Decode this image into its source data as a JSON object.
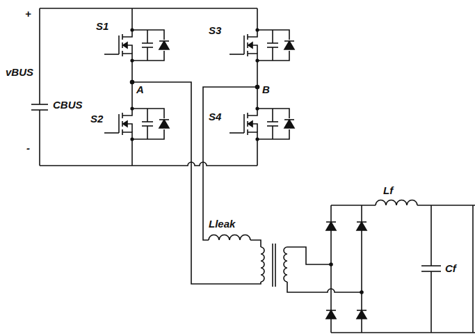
{
  "diagram": {
    "labels": [
      "+",
      "vBUS",
      "CBUS",
      "-",
      "S1",
      "S3",
      "A",
      "B",
      "S2",
      "S4",
      "Lleak",
      "Lf",
      "Cf"
    ]
  }
}
